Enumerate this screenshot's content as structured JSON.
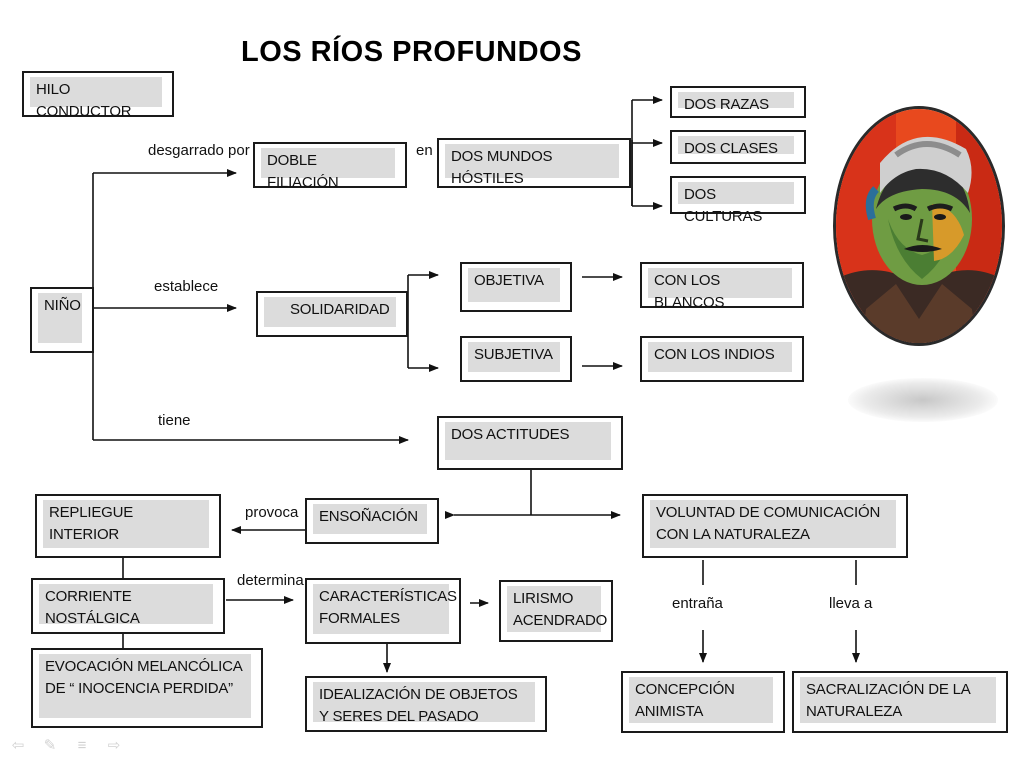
{
  "title": "LOS RÍOS PROFUNDOS",
  "nodes": {
    "hilo": "HILO CONDUCTOR",
    "nino": "NIÑO",
    "doble": "DOBLE FILIACIÓN",
    "mundos": "DOS MUNDOS HÓSTILES",
    "razas": "DOS RAZAS",
    "clases": "DOS CLASES",
    "culturas": "DOS CULTURAS",
    "solidaridad": "SOLIDARIDAD",
    "objetiva": "OBJETIVA",
    "subjetiva": "SUBJETIVA",
    "blancos": "CON LOS BLANCOS",
    "indios": "CON LOS INDIOS",
    "actitudes": "DOS ACTITUDES",
    "ensonacion": "ENSOÑACIÓN",
    "voluntad": "VOLUNTAD DE COMUNICACIÓN CON LA NATURALEZA",
    "repliegue": "REPLIEGUE INTERIOR",
    "corriente": "CORRIENTE NOSTÁLGICA",
    "evocacion": "EVOCACIÓN MELANCÓLICA DE “ INOCENCIA PERDIDA”",
    "caracteristicas": "CARACTERÍSTICAS FORMALES",
    "lirismo": "LIRISMO ACENDRADO",
    "idealizacion": "IDEALIZACIÓN DE OBJETOS Y SERES DEL PASADO",
    "concepcion": "CONCEPCIÓN ANIMISTA",
    "sacralizacion": "SACRALIZACIÓN DE LA NATURALEZA"
  },
  "edges": {
    "desgarrado": "desgarrado por",
    "en": "en",
    "establece": "establece",
    "tiene": "tiene",
    "provoca": "provoca",
    "determina": "determina",
    "entrana": "entraña",
    "lleva": "lleva a"
  },
  "icons": [
    "arrow-left-icon",
    "pen-icon",
    "menu-icon",
    "arrow-right-icon"
  ]
}
